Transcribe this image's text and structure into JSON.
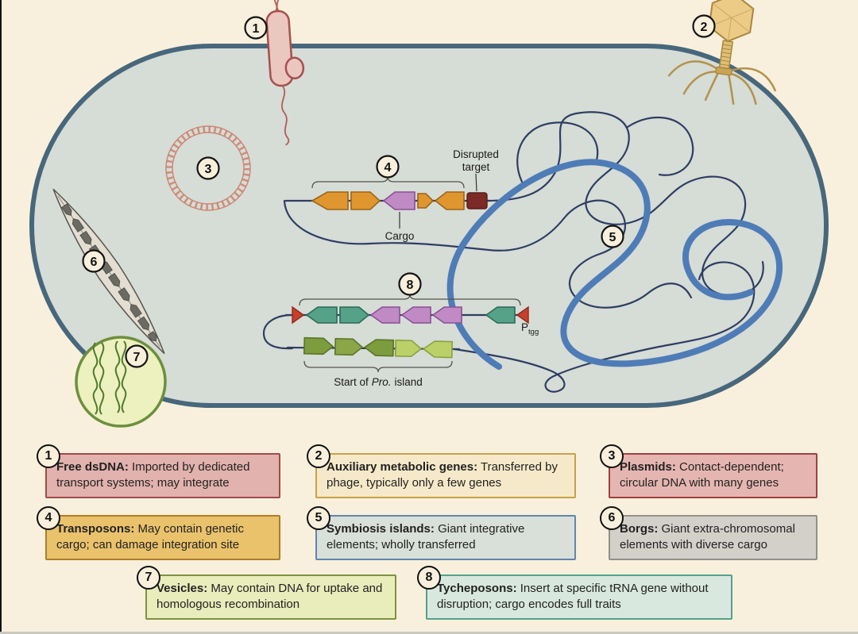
{
  "figure": {
    "description": "Mechanisms of horizontal gene transfer into a bacterial cell"
  },
  "palette": {
    "page_background": "#f8f0dc",
    "cell_fill": "#d6dcd6",
    "cell_border": "#47677c",
    "chromosome_navy": "#2e3e63",
    "symbiosis_island_blue": "#4e7cb7",
    "transposon_orange": "#e0962f",
    "cargo_purple": "#c08bc5",
    "disrupted_target_red": "#7b2a26",
    "tycheposon_teal": "#55a288",
    "recombination_red": "#c8402c",
    "island_olive": "#7d9c3e",
    "island_light_green": "#bcd06a",
    "plasmid_salmon": "#cc8571",
    "bacterium_pink": "#eac7bf",
    "phage_tan": "#eccb86",
    "borg_beige": "#e3ddd2",
    "vesicle_green_fill": "#edf0bf",
    "vesicle_green_border": "#6c8f3d"
  },
  "cell": {
    "markers": {
      "m1": "1",
      "m2": "2",
      "m3": "3",
      "m4": "4",
      "m5": "5",
      "m6": "6",
      "m7": "7",
      "m8": "8"
    },
    "labels": {
      "disrupted_line1": "Disrupted",
      "disrupted_line2": "target",
      "cargo": "Cargo",
      "promoter_main": "P",
      "promoter_sub": "tgg",
      "island_prefix": "Start of",
      "island_species": "Pro.",
      "island_suffix": "island"
    }
  },
  "legend": {
    "items": [
      {
        "number": "1",
        "term": "Free dsDNA:",
        "description": "Imported by dedicated transport systems; may integrate",
        "fill": "#e2b2ae",
        "border": "#a34a4a"
      },
      {
        "number": "2",
        "term": "Auxiliary metabolic genes:",
        "description": "Transferred by phage, typically only a few genes",
        "fill": "#f6e9c9",
        "border": "#c9a14a"
      },
      {
        "number": "3",
        "term": "Plasmids:",
        "description": "Contact-dependent; circular DNA with many genes",
        "fill": "#e5b6b1",
        "border": "#a04040"
      },
      {
        "number": "4",
        "term": "Transposons:",
        "description": "May contain genetic cargo; can damage integration site",
        "fill": "#eac26c",
        "border": "#ad7d2a"
      },
      {
        "number": "5",
        "term": "Symbiosis islands:",
        "description": "Giant integrative elements; wholly transferred",
        "fill": "#d9dfd9",
        "border": "#6286ad"
      },
      {
        "number": "6",
        "term": "Borgs:",
        "description": "Giant extra-chromosomal elements with diverse cargo",
        "fill": "#d3d0c9",
        "border": "#91908a"
      },
      {
        "number": "7",
        "term": "Vesicles:",
        "description": "May contain DNA for uptake and homologous recombination",
        "fill": "#e9ecbb",
        "border": "#7d9240"
      },
      {
        "number": "8",
        "term": "Tycheposons:",
        "description": "Insert at specific tRNA gene without disruption; cargo encodes full traits",
        "fill": "#d9e8de",
        "border": "#55a18e"
      }
    ]
  }
}
